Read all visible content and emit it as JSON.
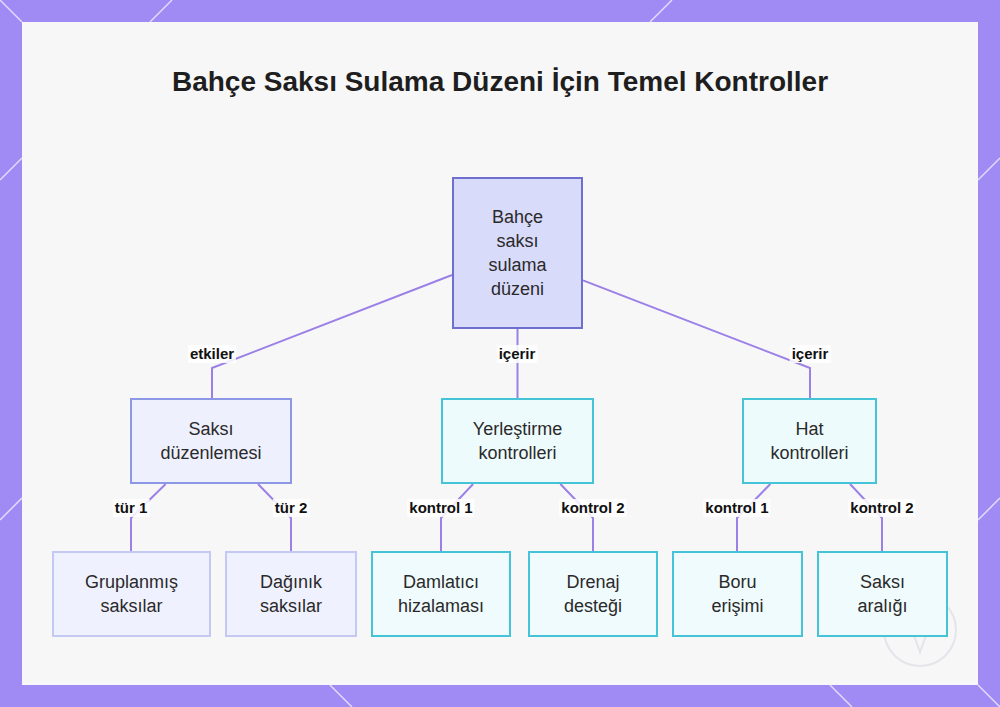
{
  "diagram": {
    "title": "Bahçe Saksı Sulama Düzeni İçin Temel Kontroller",
    "nodes": [
      {
        "text": [
          "Bahçe saksı sulama düzeni"
        ]
      },
      {
        "text": [
          "Saksı düzenlemesi"
        ]
      },
      {
        "text": [
          "Yerleştirme kontrolleri"
        ]
      },
      {
        "text": [
          "Hat kontrolleri"
        ]
      },
      {
        "text": [
          "Gruplanmış saksılar"
        ]
      },
      {
        "text": [
          "Dağınık saksılar"
        ]
      },
      {
        "text": [
          "Damlatıcı hizalaması"
        ]
      },
      {
        "text": [
          "Drenaj desteği"
        ]
      },
      {
        "text": [
          "Boru erişimi"
        ]
      },
      {
        "text": [
          "Saksı aralığı"
        ]
      }
    ],
    "edges": [
      {
        "from": 0,
        "to": 1,
        "label": "etkiler",
        "arrow": "none"
      },
      {
        "from": 0,
        "to": 2,
        "label": "içerir",
        "arrow": "none"
      },
      {
        "from": 0,
        "to": 3,
        "label": "içerir",
        "arrow": "none"
      },
      {
        "from": 1,
        "to": 4,
        "label": "tür 1",
        "arrow": "none"
      },
      {
        "from": 1,
        "to": 5,
        "label": "tür 2",
        "arrow": "none"
      },
      {
        "from": 2,
        "to": 6,
        "label": "kontrol 1",
        "arrow": "none"
      },
      {
        "from": 2,
        "to": 7,
        "label": "kontrol 2",
        "arrow": "none"
      },
      {
        "from": 3,
        "to": 8,
        "label": "kontrol 1",
        "arrow": "none"
      },
      {
        "from": 3,
        "to": 9,
        "label": "kontrol 2",
        "arrow": "none"
      }
    ]
  }
}
